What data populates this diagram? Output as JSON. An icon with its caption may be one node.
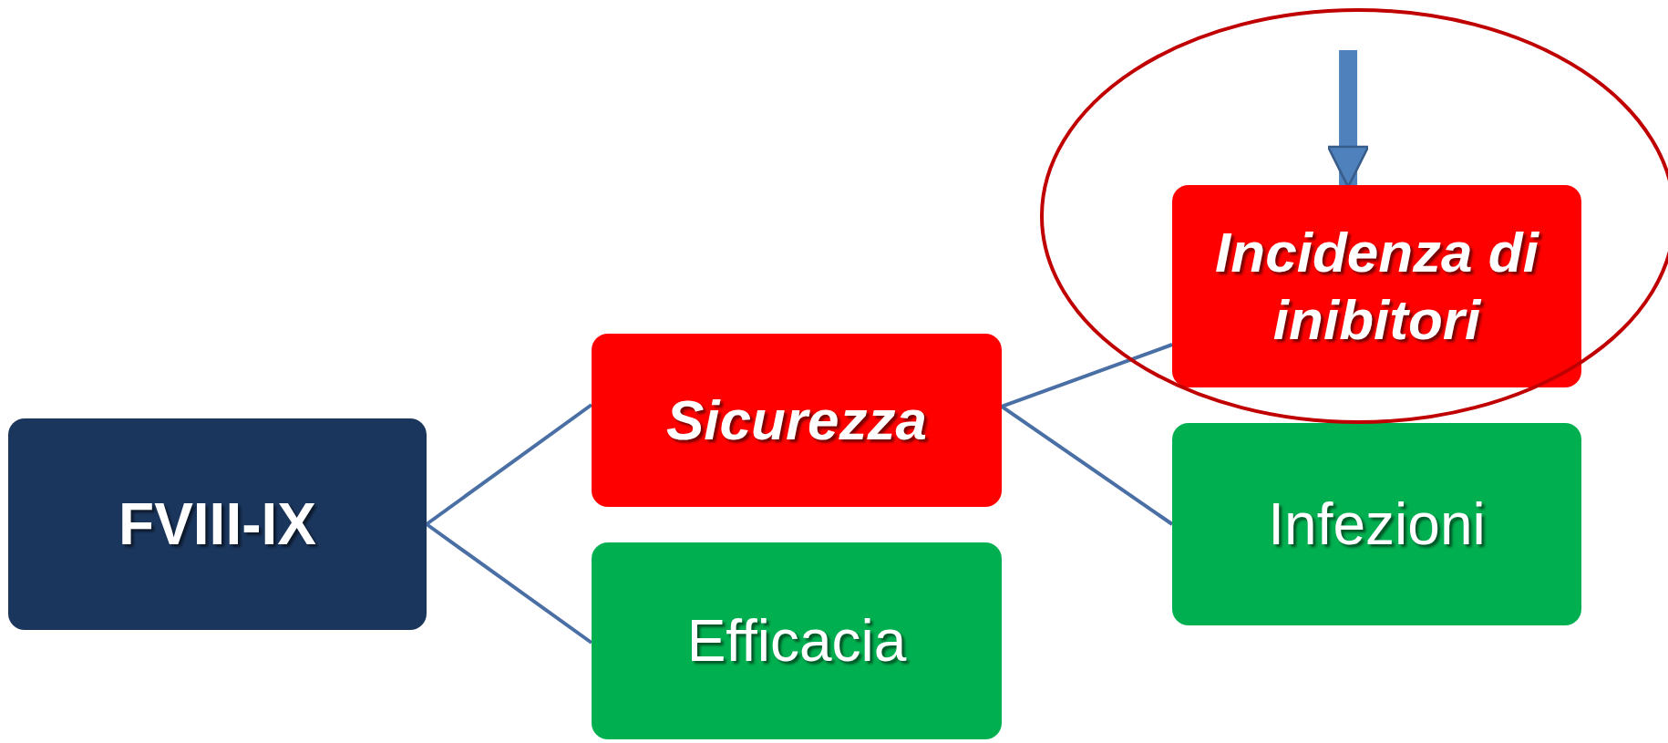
{
  "diagram": {
    "nodes": [
      {
        "text": [
          "FVIII-IX"
        ]
      },
      {
        "text": [
          "Sicurezza"
        ]
      },
      {
        "text": [
          "Efficacia"
        ]
      },
      {
        "text": [
          "Incidenza di inibitori"
        ]
      },
      {
        "text": [
          "Infezioni"
        ]
      }
    ],
    "edges": [
      {
        "from": 0,
        "to": 1,
        "arrow": "none"
      },
      {
        "from": 0,
        "to": 2,
        "arrow": "none"
      },
      {
        "from": 1,
        "to": 3,
        "arrow": "none"
      },
      {
        "from": 1,
        "to": 4,
        "arrow": "none"
      },
      {
        "from": null,
        "to": 3,
        "arrow": "to",
        "style": "thick",
        "color": "#4f81bd"
      }
    ]
  }
}
